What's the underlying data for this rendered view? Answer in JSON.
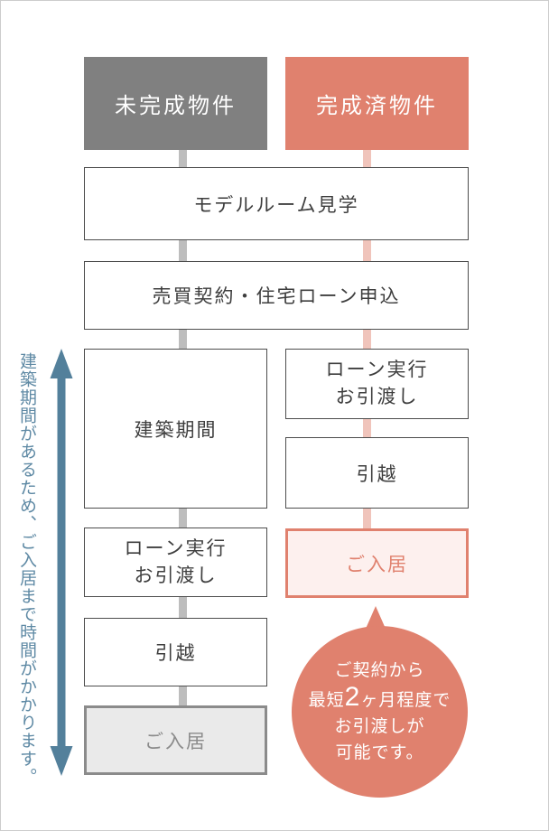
{
  "diagram": {
    "headers": {
      "unfinished": "未完成物件",
      "completed": "完成済物件"
    },
    "shared_steps": {
      "model_room": "モデルルーム見学",
      "contract": "売買契約・住宅ローン申込"
    },
    "left_flow": {
      "construction": "建築期間",
      "loan_line1": "ローン実行",
      "loan_line2": "お引渡し",
      "moving": "引越",
      "move_in": "ご入居"
    },
    "right_flow": {
      "loan_line1": "ローン実行",
      "loan_line2": "お引渡し",
      "moving": "引越",
      "move_in": "ご入居"
    },
    "side_note": "建築期間があるため、ご入居まで時間がかかります。",
    "bubble": {
      "line1": "ご契約から",
      "line2_prefix": "最短",
      "line2_number": "2",
      "line2_suffix": "ヶ月程度で",
      "line3": "お引渡しが",
      "line4": "可能です。"
    },
    "colors": {
      "gray_header": "#808080",
      "salmon": "#e0816e",
      "pink_light_bg": "#fdf0ee",
      "gray_light_bg": "#eaeaea",
      "gray_connector": "#bdbdbd",
      "pink_connector": "#f0c4bb",
      "blue_arrow": "#53809b"
    }
  }
}
